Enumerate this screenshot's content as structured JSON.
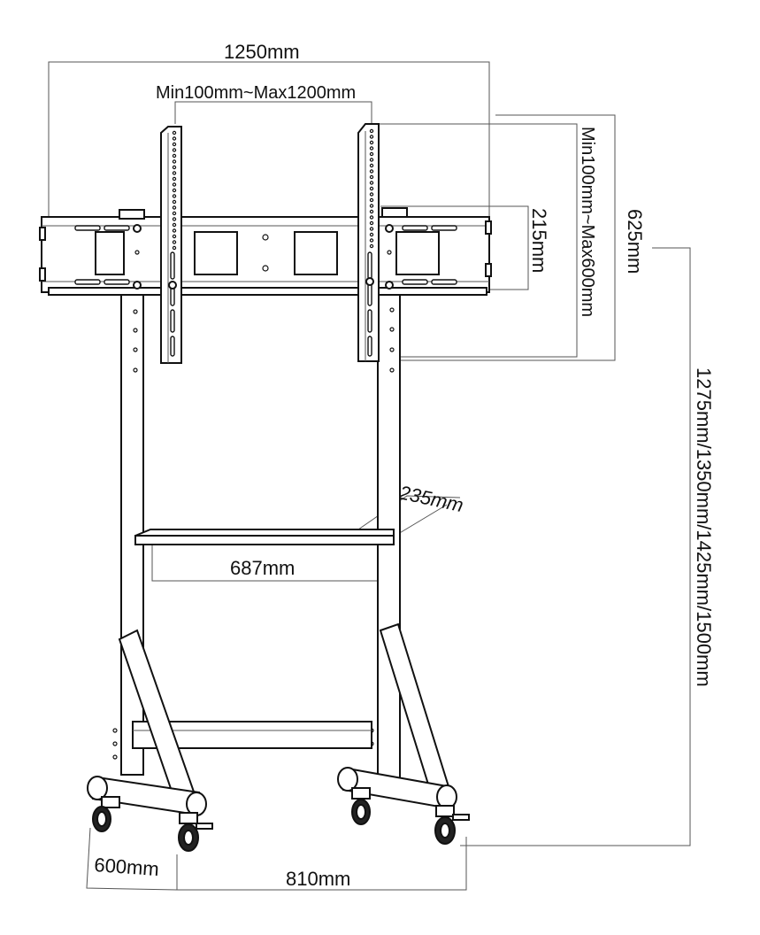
{
  "dimensions": {
    "overall_width": "1250mm",
    "vesa_horizontal": "Min100mm~Max1200mm",
    "vesa_vertical": "Min100mm~Max600mm",
    "bracket_height": "215mm",
    "arm_height": "625mm",
    "total_height_options": "1275mm/1350mm/1425mm/1500mm",
    "shelf_depth": "235mm",
    "shelf_width": "687mm",
    "base_depth": "600mm",
    "base_width": "810mm"
  },
  "colors": {
    "line": "#111111",
    "dim_line": "#555555",
    "background": "#ffffff"
  }
}
